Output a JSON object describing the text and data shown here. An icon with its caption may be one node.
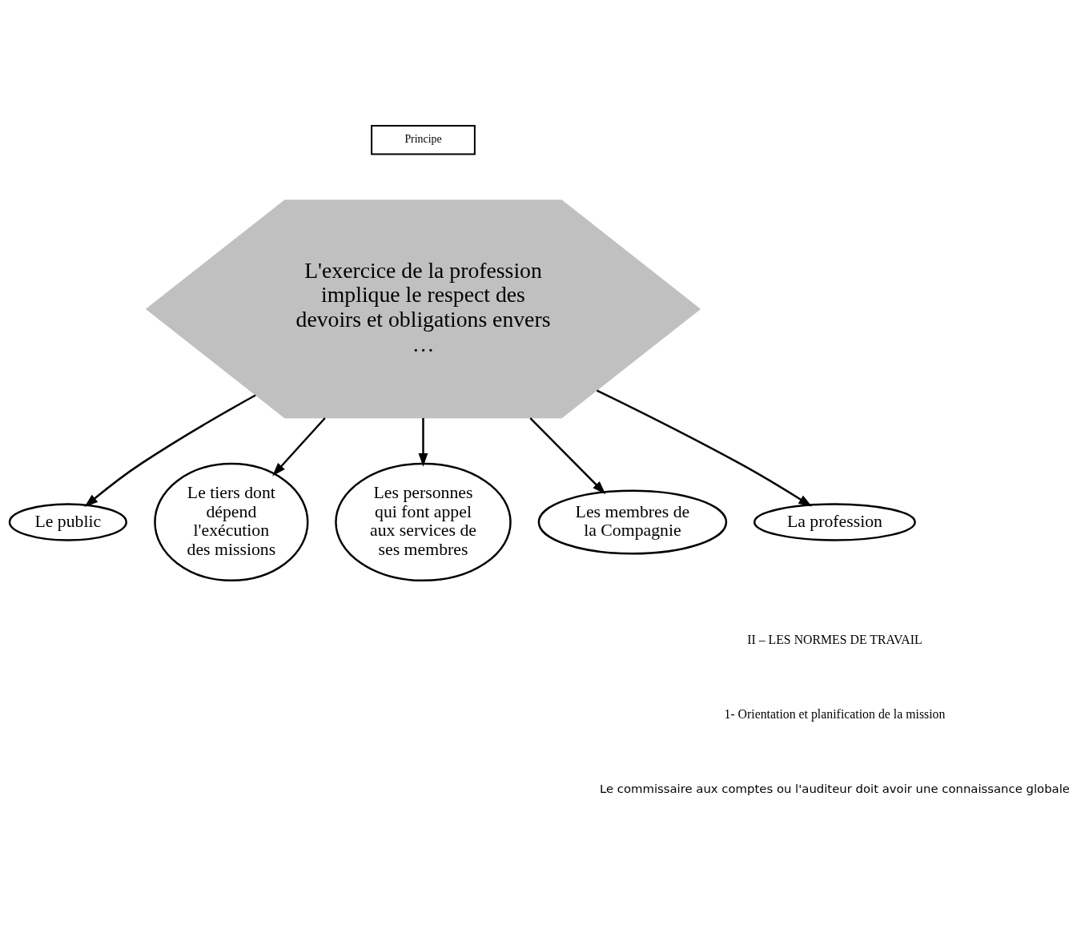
{
  "diagram": {
    "nodes": [
      {
        "text": [
          "Principe"
        ]
      },
      {
        "text": [
          "L'exercice de la profession implique le respect des devoirs et obligations envers",
          "…"
        ]
      },
      {
        "text": [
          "Le public"
        ]
      },
      {
        "text": [
          "Le tiers dont dépend l'exécution des missions"
        ]
      },
      {
        "text": [
          "Les personnes qui font appel aux services de ses membres"
        ]
      },
      {
        "text": [
          "Les membres de la Compagnie"
        ]
      },
      {
        "text": [
          "La profession"
        ]
      }
    ],
    "edges": [
      {
        "from": 1,
        "to": 2,
        "arrow": "to"
      },
      {
        "from": 1,
        "to": 6,
        "arrow": "to"
      },
      {
        "from": 1,
        "to": 4,
        "arrow": "to"
      },
      {
        "from": 1,
        "to": 5,
        "arrow": "to"
      },
      {
        "from": 1,
        "to": 3,
        "arrow": "to"
      }
    ],
    "labels": [
      "II – LES NORMES DE TRAVAIL",
      "1- Orientation et planification de la mission",
      "Le commissaire aux comptes ou l'auditeur doit avoir une connaissance globale"
    ]
  }
}
